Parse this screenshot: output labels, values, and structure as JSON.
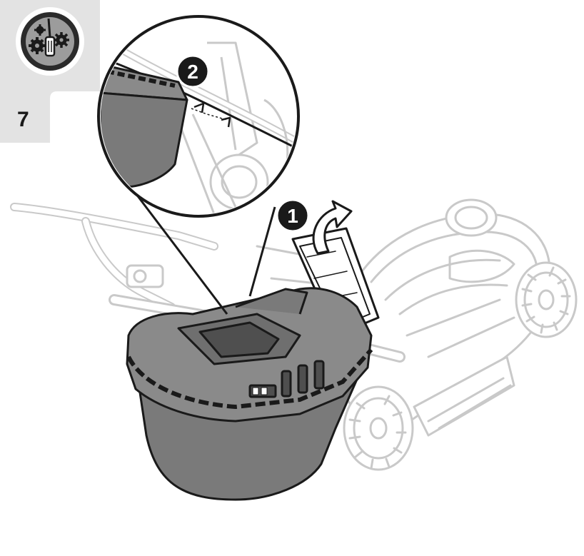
{
  "step": {
    "number": "7"
  },
  "tool_badge": {
    "icon": "tools-gears-icon"
  },
  "callouts": [
    {
      "label": "1"
    },
    {
      "label": "2"
    }
  ],
  "colors": {
    "page_background": "#ffffff",
    "margin_grey": "#e3e3e3",
    "line_dark": "#1a1a1a",
    "line_light": "#c9c9c9",
    "box_fill": "#7a7a7a"
  }
}
